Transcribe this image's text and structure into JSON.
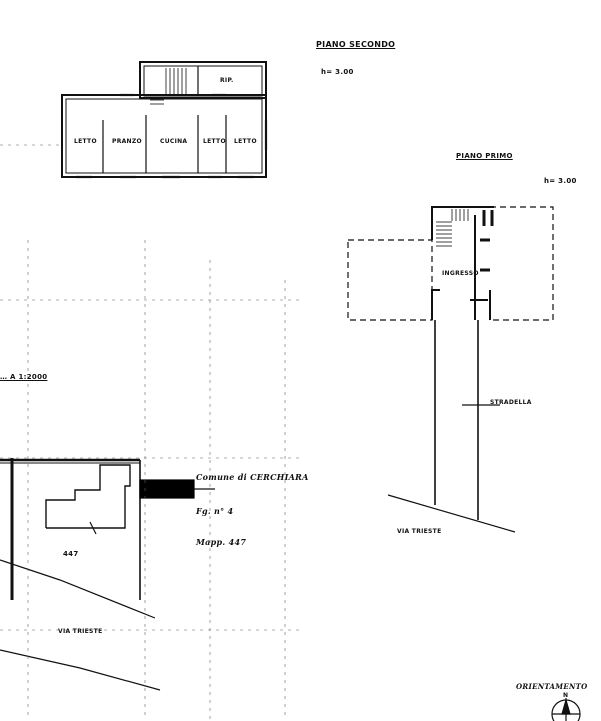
{
  "sheet": {
    "title_second_floor": "PIANO SECONDO",
    "height_second_floor": "h= 3.00",
    "title_first_floor": "PIANO PRIMO",
    "height_first_floor": "h= 3.00",
    "street_right": "VIA TRIESTE",
    "street_left": "VIA TRIESTE",
    "passage_label": "STRADELLA",
    "section_heading": "… A 1:2000",
    "parcel_number": "447",
    "municipality": "Comune di CERCHIARA",
    "sheet_number": "Fg. n° 4",
    "parcel_ref": "Mapp. 447",
    "orientation": "ORIENTAMENTO",
    "north": "N"
  },
  "rooms_second_floor": [
    "LETTO",
    "PRANZO",
    "CUCINA",
    "LETTO",
    "LETTO",
    "RIP."
  ],
  "rooms_first_floor": [
    "INGRESSO"
  ],
  "colors": {
    "ink": "#111111",
    "paper": "#ffffff",
    "hatch": "#000000"
  }
}
